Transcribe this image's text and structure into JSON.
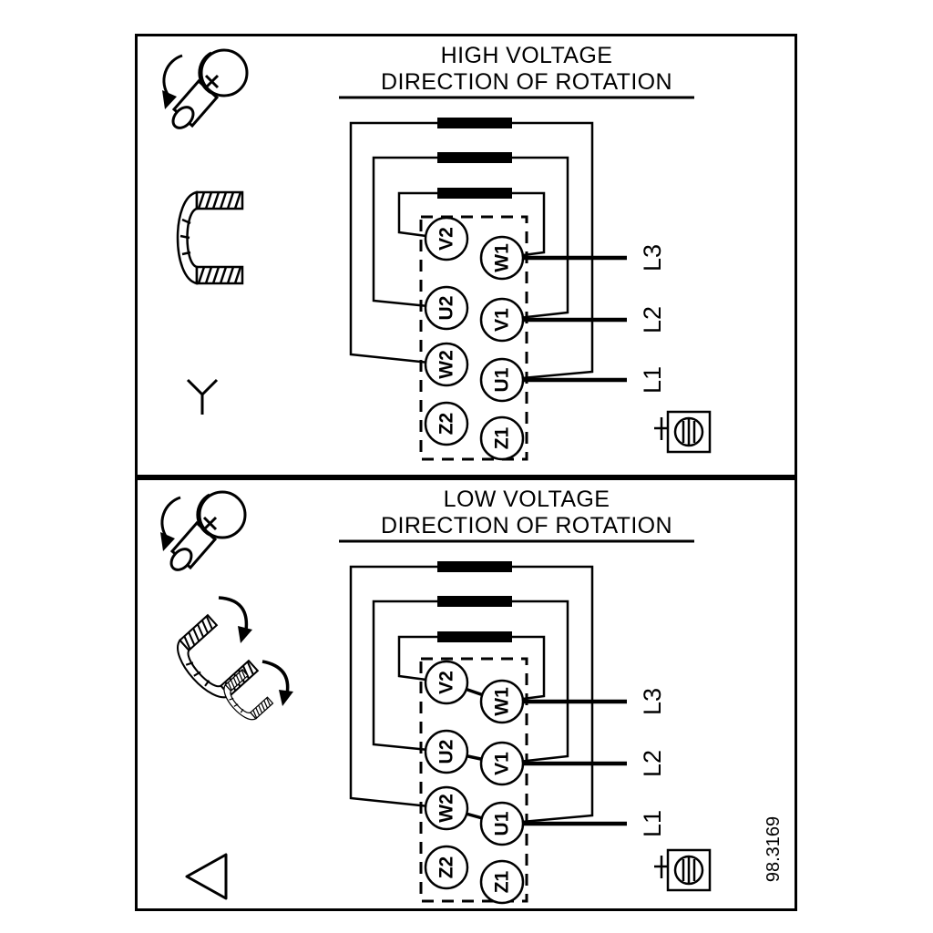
{
  "figure_number": "98.3169",
  "colors": {
    "foreground": "#000000",
    "background": "#ffffff"
  },
  "icons": {
    "screw": "screw-rotation-icon",
    "bridge_clip": "bridge-clip-icon",
    "delta_clips": "delta-bridge-clips-icon",
    "star": "star-connection-icon",
    "delta": "delta-connection-icon",
    "ground": "ground-terminal-icon"
  },
  "panels": {
    "high_voltage": {
      "title_line1": "HIGH VOLTAGE",
      "title_line2": "DIRECTION OF ROTATION",
      "connection_symbol": "star",
      "terminals_left": [
        "V2",
        "U2",
        "W2",
        "Z2"
      ],
      "terminals_right": [
        "W1",
        "V1",
        "U1",
        "Z1"
      ],
      "supply_lines": [
        "L3",
        "L2",
        "L1"
      ]
    },
    "low_voltage": {
      "title_line1": "LOW VOLTAGE",
      "title_line2": "DIRECTION OF ROTATION",
      "connection_symbol": "delta",
      "terminals_left": [
        "V2",
        "U2",
        "W2",
        "Z2"
      ],
      "terminals_right": [
        "W1",
        "V1",
        "U1",
        "Z1"
      ],
      "supply_lines": [
        "L3",
        "L2",
        "L1"
      ]
    }
  }
}
